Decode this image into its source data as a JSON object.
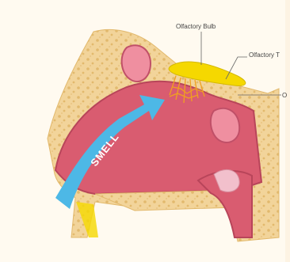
{
  "labels": {
    "olfactory_bulb": "Olfactory Bulb",
    "olfactory_tract": "Olfactory T",
    "cut_label": "O"
  },
  "arrow": {
    "text": "SMELL"
  },
  "colors": {
    "background": "#fdf3e3",
    "bone": "#f2d49a",
    "bone_texture": "#e2b96d",
    "tissue": "#d95c70",
    "tissue_dark": "#b8455a",
    "arrow": "#4db8e6",
    "bulb": "#f5d800",
    "nerves": "#f0a020"
  }
}
